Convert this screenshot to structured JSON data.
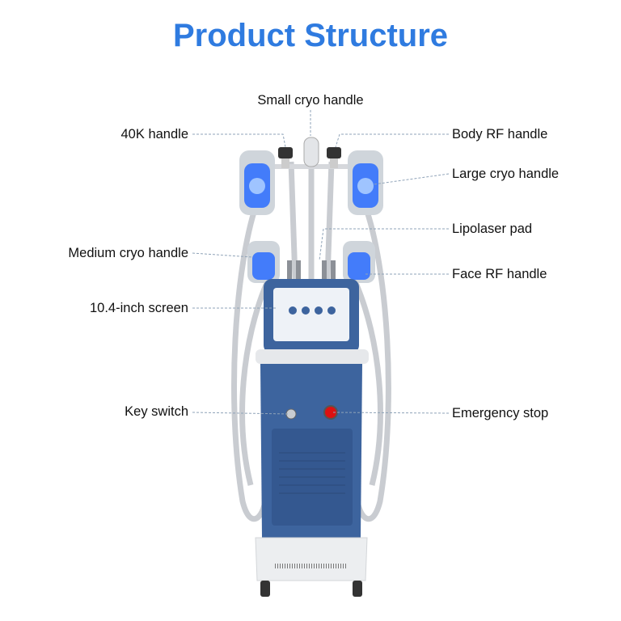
{
  "title": "Product Structure",
  "labels": {
    "small_cryo": "Small cryo handle",
    "k40": "40K handle",
    "medium_cryo": "Medium cryo handle",
    "screen": "10.4-inch screen",
    "key_switch": "Key switch",
    "body_rf": "Body RF handle",
    "large_cryo": "Large cryo handle",
    "lipolaser": "Lipolaser pad",
    "face_rf": "Face RF handle",
    "emergency": "Emergency stop"
  },
  "colors": {
    "title": "#2f7be0",
    "cabinet": "#3d649e",
    "glow": "#2a6cff"
  }
}
